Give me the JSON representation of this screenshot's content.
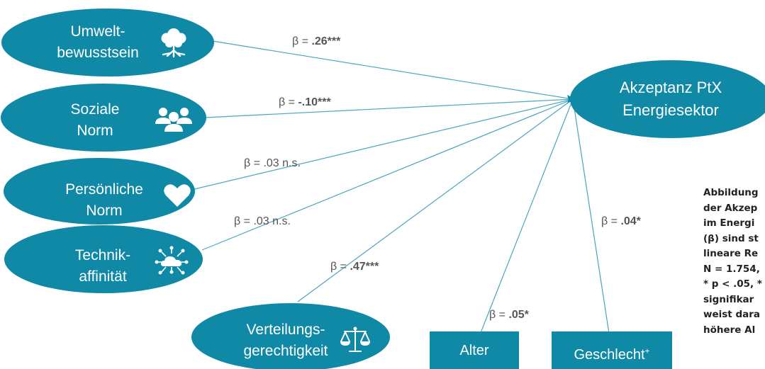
{
  "colors": {
    "node_fill": "#1089a6",
    "line": "#4aa6bd",
    "label_text": "#555555",
    "caption_text": "#222222"
  },
  "nodes": {
    "umwelt": {
      "lines": [
        "Umwelt-",
        "bewusstsein"
      ],
      "icon": "tree-icon"
    },
    "sozial": {
      "lines": [
        "Soziale",
        "Norm"
      ],
      "icon": "people-group-icon"
    },
    "persoenlich": {
      "lines": [
        "Persönliche",
        "Norm"
      ],
      "icon": "heart-icon"
    },
    "technik": {
      "lines": [
        "Technik-",
        "affinität"
      ],
      "icon": "cloud-network-icon"
    },
    "verteilung": {
      "lines": [
        "Verteilungs-",
        "gerechtigkeit"
      ],
      "icon": "scales-icon"
    },
    "akzeptanz": {
      "lines": [
        "Akzeptanz PtX",
        "Energiesektor"
      ]
    },
    "alter": {
      "label": "Alter"
    },
    "geschlecht": {
      "label": "Geschlecht",
      "superscript": "+"
    }
  },
  "paths": {
    "umwelt": {
      "prefix": "β = ",
      "value": ".26***",
      "suffix": ""
    },
    "sozial": {
      "prefix": "β = ",
      "value": "-.10***",
      "suffix": ""
    },
    "persoenlich": {
      "prefix": "β = ",
      "value": "",
      "suffix": ".03 n.s."
    },
    "technik": {
      "prefix": "β = ",
      "value": "",
      "suffix": ".03 n.s."
    },
    "verteilung": {
      "prefix": "β = ",
      "value": ".47***",
      "suffix": ""
    },
    "alter": {
      "prefix": "β = ",
      "value": ".05*",
      "suffix": ""
    },
    "geschlecht": {
      "prefix": "β = ",
      "value": ".04*",
      "suffix": ""
    }
  },
  "caption": {
    "lines": [
      "Abbildung",
      "der Akzep",
      "im Energi",
      "(β) sind st",
      "lineare Re",
      "N = 1.754,",
      "* p < .05, *",
      "signifikar",
      "weist dara",
      "höhere Al"
    ]
  }
}
